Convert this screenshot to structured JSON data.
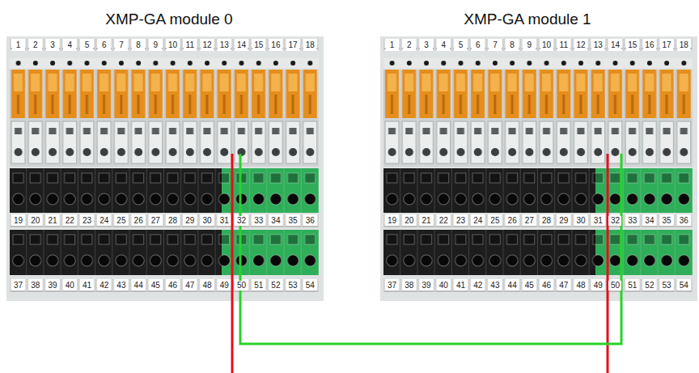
{
  "diagram": {
    "nodes": [
      {
        "text": [
          "XMP-GA module 0"
        ]
      },
      {
        "text": [
          "XMP-GA module 1"
        ]
      }
    ],
    "edges": [
      {
        "from": 0,
        "to": 1,
        "arrow": "none"
      }
    ],
    "labels": [
      "1",
      "2",
      "3",
      "4",
      "5",
      "6",
      "7",
      "8",
      "9",
      "10",
      "11",
      "12",
      "13",
      "14",
      "15",
      "16",
      "17",
      "18",
      "19",
      "20",
      "21",
      "22",
      "23",
      "24",
      "25",
      "26",
      "27",
      "28",
      "29",
      "30",
      "31",
      "32",
      "33",
      "34",
      "35",
      "36",
      "37",
      "38",
      "39",
      "40",
      "41",
      "42",
      "43",
      "44",
      "45",
      "46",
      "47",
      "48",
      "49",
      "50",
      "51",
      "52",
      "53",
      "54",
      "1",
      "2",
      "3",
      "4",
      "5",
      "6",
      "7",
      "8",
      "9",
      "10",
      "11",
      "12",
      "13",
      "14",
      "15",
      "16",
      "17",
      "18",
      "19",
      "20",
      "21",
      "22",
      "23",
      "24",
      "25",
      "26",
      "27",
      "28",
      "29",
      "30",
      "31",
      "32",
      "33",
      "34",
      "35",
      "36",
      "37",
      "38",
      "39",
      "40",
      "41",
      "42",
      "43",
      "44",
      "45",
      "46",
      "47",
      "48",
      "49",
      "50",
      "51",
      "52",
      "53",
      "54"
    ]
  }
}
